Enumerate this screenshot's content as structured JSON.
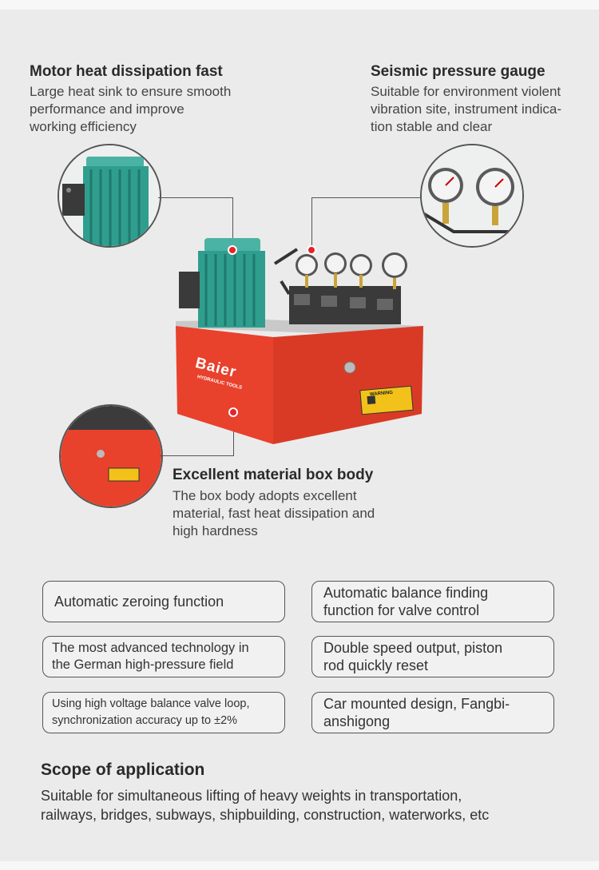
{
  "features": {
    "motor": {
      "title": "Motor heat dissipation fast",
      "desc_lines": [
        "Large heat sink to ensure smooth",
        "performance and improve",
        "working efficiency"
      ]
    },
    "gauge": {
      "title": "Seismic pressure gauge",
      "desc_lines": [
        "Suitable for environment violent",
        "vibration site, instrument indica-",
        "tion stable and clear"
      ]
    },
    "box": {
      "title": "Excellent material box body",
      "desc_lines": [
        "The box body adopts excellent",
        "material, fast heat dissipation and",
        "high hardness"
      ]
    }
  },
  "product": {
    "brand": "Baier",
    "brand_sub": "HYDRAULIC TOOLS",
    "warning": "WARNING"
  },
  "pills": [
    {
      "lines": [
        "Automatic zeroing function"
      ]
    },
    {
      "lines": [
        "Automatic balance finding",
        "function for valve control"
      ]
    },
    {
      "lines": [
        "The most advanced technology in",
        "the German high-pressure field"
      ]
    },
    {
      "lines": [
        "Double speed output, piston",
        "rod quickly reset"
      ]
    },
    {
      "lines": [
        "Using high voltage balance valve loop,",
        "synchronization accuracy up to ±2%"
      ]
    },
    {
      "lines": [
        "Car mounted design, Fangbi-",
        "anshigong"
      ]
    }
  ],
  "scope": {
    "title": "Scope of application",
    "lines": [
      "Suitable for simultaneous lifting of heavy weights in transportation,",
      "railways, bridges, subways, shipbuilding, construction, waterworks, etc"
    ]
  },
  "colors": {
    "accent_red": "#e5232b",
    "pump_red": "#e8412c",
    "motor_teal": "#2f9e8e"
  }
}
